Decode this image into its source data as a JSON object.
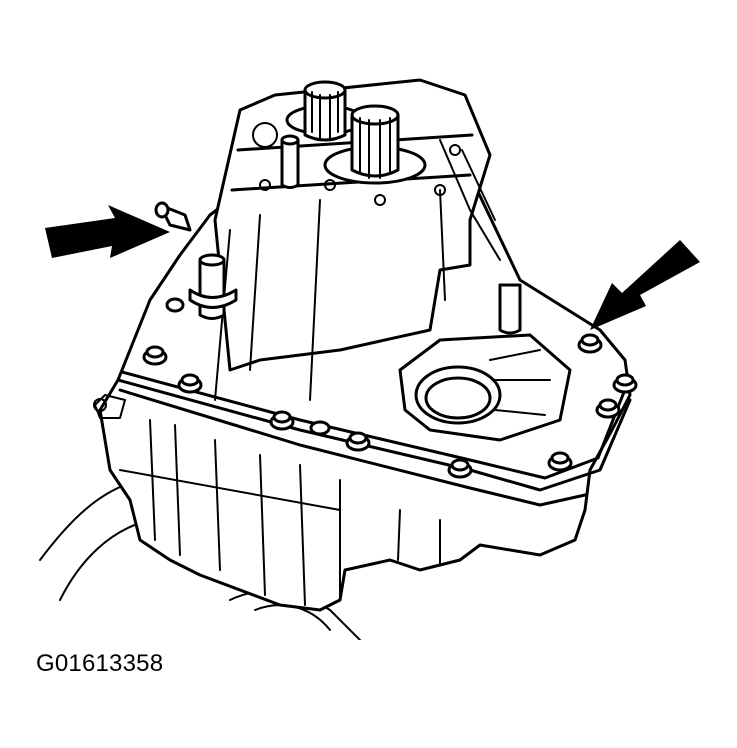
{
  "figure": {
    "caption": "G01613358",
    "icons": [
      "transmission-case-drawing",
      "arrow-left-pointer",
      "arrow-right-pointer"
    ]
  }
}
